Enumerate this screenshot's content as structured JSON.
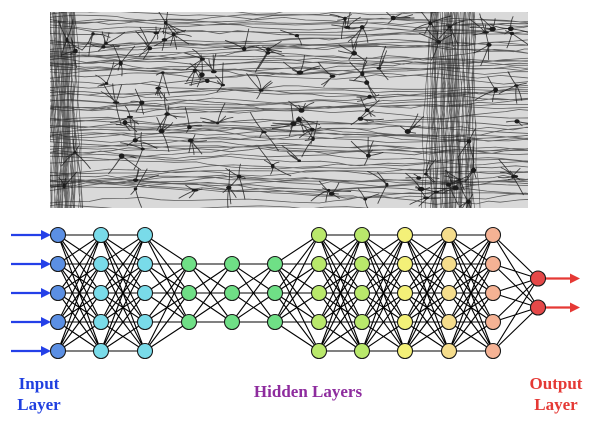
{
  "labels": {
    "input_line1": "Input",
    "input_line2": "Layer",
    "hidden": "Hidden Layers",
    "output_line1": "Output",
    "output_line2": "Layer"
  },
  "colors": {
    "input_text": "#1f3fe0",
    "hidden_text": "#8e2c9e",
    "output_text": "#e53935",
    "input_arrow": "#2440e8",
    "output_arrow": "#e53935",
    "edge": "#000000",
    "node_stroke": "#1a1a1a",
    "micrograph_bg": "#d9d9d9",
    "micrograph_ink": "#1c1c1c"
  },
  "network": {
    "layers": [
      {
        "size": 5,
        "color": "#5b8fe3"
      },
      {
        "size": 5,
        "color": "#79dbe9"
      },
      {
        "size": 5,
        "color": "#79dbe9"
      },
      {
        "size": 3,
        "color": "#6fdf86"
      },
      {
        "size": 3,
        "color": "#6fdf86"
      },
      {
        "size": 3,
        "color": "#6fdf86"
      },
      {
        "size": 5,
        "color": "#b9e86b"
      },
      {
        "size": 5,
        "color": "#b9e86b"
      },
      {
        "size": 5,
        "color": "#f3f078"
      },
      {
        "size": 5,
        "color": "#f5dd8c"
      },
      {
        "size": 5,
        "color": "#f5b294"
      },
      {
        "size": 2,
        "color": "#e54848"
      }
    ],
    "input_arrow_count": 5,
    "output_arrow_count": 2
  }
}
